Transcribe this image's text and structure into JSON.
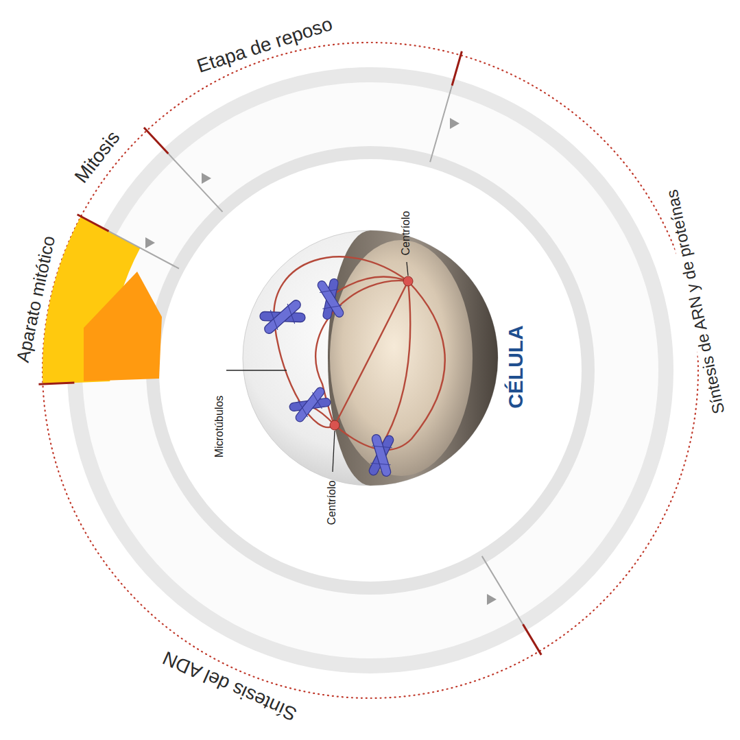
{
  "diagram": {
    "labels": [
      "Etapa de reposo",
      "Mitosis",
      "Aparato mitótico",
      "Síntesis de ARN y de proteínas",
      "Centríolo",
      "Microtúbulos",
      "CÉLULA",
      "Centríolo",
      "Síntesis del ADN"
    ]
  }
}
